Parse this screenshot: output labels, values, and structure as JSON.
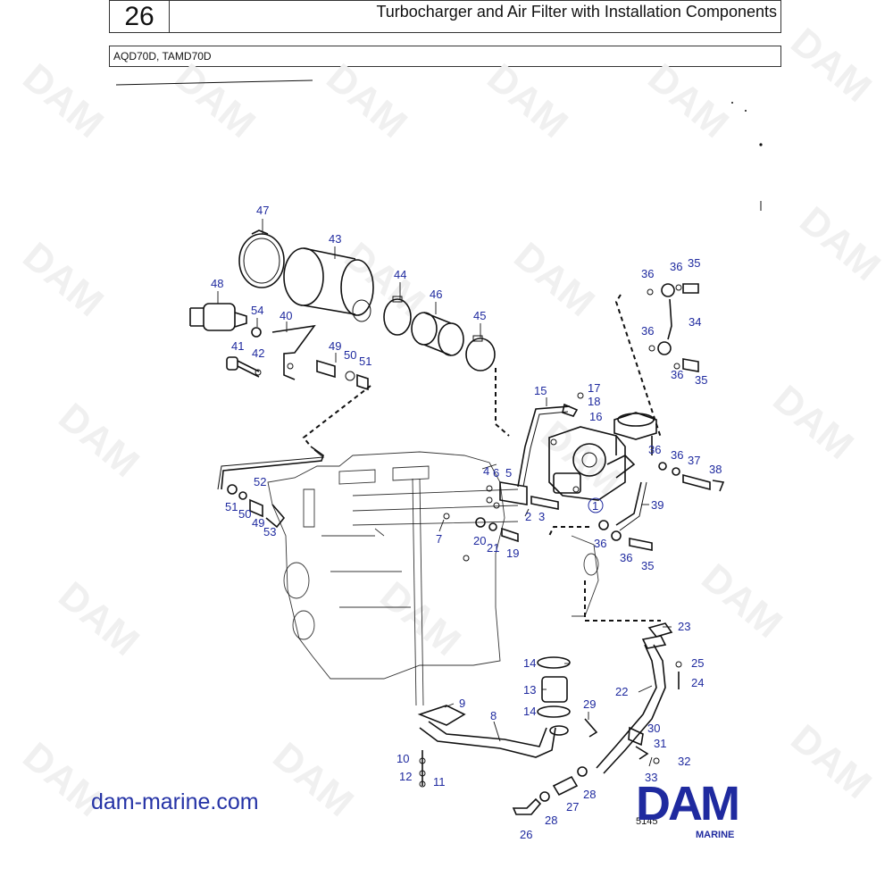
{
  "header": {
    "page_number": "26",
    "title": "Turbocharger and Air Filter with Installation Components",
    "models": "AQD70D, TAMD70D"
  },
  "diagram": {
    "figure_number": "5145",
    "watermark": "DAM",
    "labels": [
      {
        "id": "47",
        "text": "47"
      },
      {
        "id": "43",
        "text": "43"
      },
      {
        "id": "48",
        "text": "48"
      },
      {
        "id": "44",
        "text": "44"
      },
      {
        "id": "46",
        "text": "46"
      },
      {
        "id": "45",
        "text": "45"
      },
      {
        "id": "54",
        "text": "54"
      },
      {
        "id": "40",
        "text": "40"
      },
      {
        "id": "49",
        "text": "49"
      },
      {
        "id": "50a",
        "text": "50"
      },
      {
        "id": "51a",
        "text": "51"
      },
      {
        "id": "41",
        "text": "41"
      },
      {
        "id": "42",
        "text": "42"
      },
      {
        "id": "36a",
        "text": "36"
      },
      {
        "id": "36b",
        "text": "36"
      },
      {
        "id": "35a",
        "text": "35"
      },
      {
        "id": "34",
        "text": "34"
      },
      {
        "id": "36c",
        "text": "36"
      },
      {
        "id": "36d",
        "text": "36"
      },
      {
        "id": "35b",
        "text": "35"
      },
      {
        "id": "15",
        "text": "15"
      },
      {
        "id": "17",
        "text": "17"
      },
      {
        "id": "18",
        "text": "18"
      },
      {
        "id": "16",
        "text": "16"
      },
      {
        "id": "36e",
        "text": "36"
      },
      {
        "id": "36f",
        "text": "36"
      },
      {
        "id": "37",
        "text": "37"
      },
      {
        "id": "38",
        "text": "38"
      },
      {
        "id": "4",
        "text": "4"
      },
      {
        "id": "6",
        "text": "6"
      },
      {
        "id": "5",
        "text": "5"
      },
      {
        "id": "52",
        "text": "52"
      },
      {
        "id": "1",
        "text": "1"
      },
      {
        "id": "39",
        "text": "39"
      },
      {
        "id": "2",
        "text": "2"
      },
      {
        "id": "3",
        "text": "3"
      },
      {
        "id": "51b",
        "text": "51"
      },
      {
        "id": "50b",
        "text": "50"
      },
      {
        "id": "49b",
        "text": "49"
      },
      {
        "id": "53",
        "text": "53"
      },
      {
        "id": "7",
        "text": "7"
      },
      {
        "id": "20",
        "text": "20"
      },
      {
        "id": "21",
        "text": "21"
      },
      {
        "id": "19",
        "text": "19"
      },
      {
        "id": "36g",
        "text": "36"
      },
      {
        "id": "36h",
        "text": "36"
      },
      {
        "id": "35c",
        "text": "35"
      },
      {
        "id": "23",
        "text": "23"
      },
      {
        "id": "14a",
        "text": "14"
      },
      {
        "id": "25",
        "text": "25"
      },
      {
        "id": "13",
        "text": "13"
      },
      {
        "id": "22",
        "text": "22"
      },
      {
        "id": "24",
        "text": "24"
      },
      {
        "id": "9",
        "text": "9"
      },
      {
        "id": "8",
        "text": "8"
      },
      {
        "id": "14b",
        "text": "14"
      },
      {
        "id": "29",
        "text": "29"
      },
      {
        "id": "30",
        "text": "30"
      },
      {
        "id": "31",
        "text": "31"
      },
      {
        "id": "10",
        "text": "10"
      },
      {
        "id": "32",
        "text": "32"
      },
      {
        "id": "12",
        "text": "12"
      },
      {
        "id": "11",
        "text": "11"
      },
      {
        "id": "33",
        "text": "33"
      },
      {
        "id": "28a",
        "text": "28"
      },
      {
        "id": "27",
        "text": "27"
      },
      {
        "id": "28b",
        "text": "28"
      },
      {
        "id": "26",
        "text": "26"
      }
    ]
  },
  "footer": {
    "website": "dam-marine.com",
    "brand": "DAM",
    "brand_sub": "MARINE"
  },
  "colors": {
    "label_blue": "#1f2a9f",
    "brand_blue": "#1f2a9f",
    "watermark_grey": "#f0f0f0"
  }
}
